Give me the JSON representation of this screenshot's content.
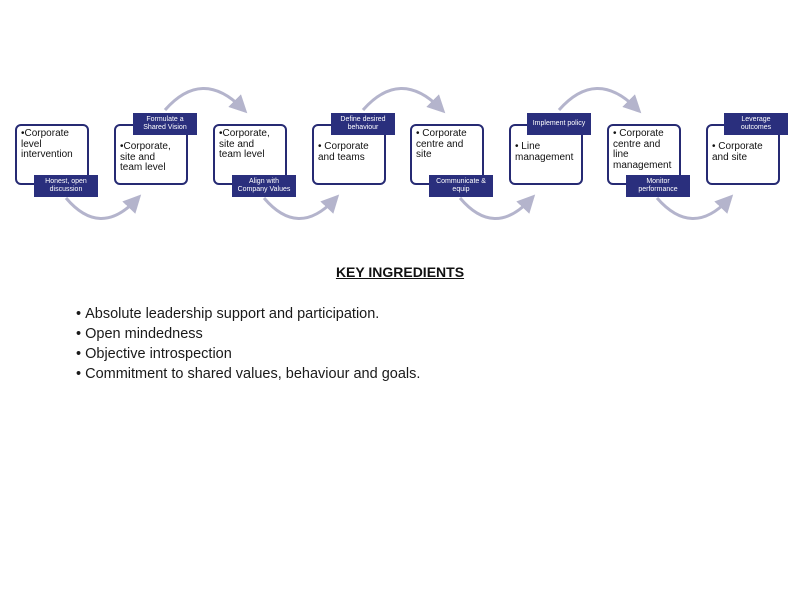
{
  "diagram": {
    "steps": [
      {
        "text": "•Corporate\nlevel\nintervention",
        "label": "Honest, open\ndiscussion",
        "label_pos": "bottom"
      },
      {
        "text": "•Corporate,\nsite and\nteam level",
        "label": "Formulate a\nShared Vision",
        "label_pos": "top"
      },
      {
        "text": "•Corporate,\nsite and\nteam level",
        "label": "Align with\nCompany Values",
        "label_pos": "bottom"
      },
      {
        "text": "• Corporate\nand teams",
        "label": "Define desired\nbehaviour",
        "label_pos": "top"
      },
      {
        "text": "• Corporate\ncentre and\nsite",
        "label": "Communicate &\nequip",
        "label_pos": "bottom"
      },
      {
        "text": "• Line\nmanagement",
        "label": "Implement\npolicy",
        "label_pos": "top"
      },
      {
        "text": "• Corporate\ncentre and\nline\nmanagement",
        "label": "Monitor\nperformance",
        "label_pos": "bottom"
      },
      {
        "text": "• Corporate\nand site",
        "label": "Leverage\noutcomes",
        "label_pos": "top"
      }
    ],
    "colors": {
      "box_border": "#262a73",
      "label_fill": "#2a2f7d",
      "arrow": "#b4b4cc"
    }
  },
  "key_ingredients": {
    "title": "KEY INGREDIENTS",
    "items": [
      "Absolute leadership support and participation.",
      "Open mindedness",
      "Objective introspection",
      "Commitment to shared values, behaviour and goals."
    ]
  }
}
